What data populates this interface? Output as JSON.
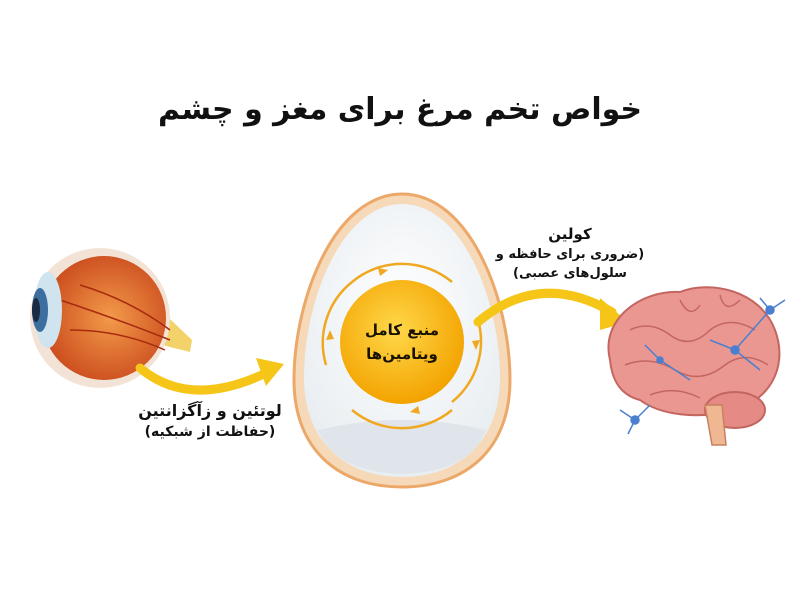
{
  "title": "خواص تخم مرغ برای مغز و چشم",
  "egg": {
    "line1": "منبع کامل",
    "line2": "ویتامین‌ها"
  },
  "eye_label": {
    "line1": "لوتئین و زآگزانتین",
    "line2": "(حفاظت از شبکیه)"
  },
  "brain_label": {
    "line1": "کولین",
    "line2": "(ضروری برای حافظه و",
    "line3": "سلول‌های عصبی)"
  },
  "colors": {
    "arrow": "#f5c518",
    "yolk": "#f7b500",
    "egg_outline": "#f0a868",
    "eye": "#e46a2a",
    "brain": "#e9908a",
    "neuron": "#4a7fd0"
  }
}
